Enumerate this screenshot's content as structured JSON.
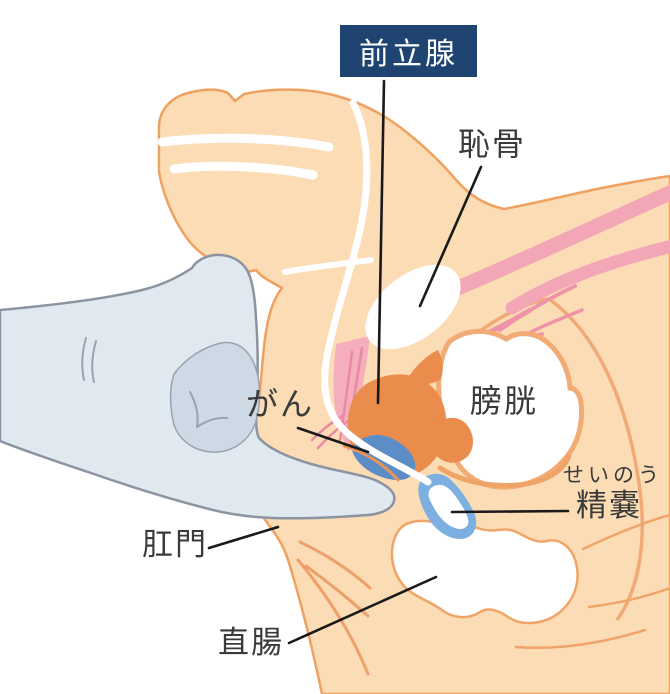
{
  "labels": {
    "prostate": "前立腺",
    "pubic_bone": "恥骨",
    "bladder": "膀胱",
    "cancer": "がん",
    "seminal_vesicle_reading": "せいのう",
    "seminal_vesicle": "精嚢",
    "anus": "肛門",
    "rectum": "直腸"
  },
  "colors": {
    "label_box": "#1f4472",
    "label_box_text": "#ffffff",
    "label_text": "#3a3a3a",
    "leader_line": "#1a1a1a",
    "body_fill": "#fcdcb5",
    "body_outline": "#efa160",
    "inner_contour": "#efa467",
    "muscle_pink": "#f3a7b6",
    "muscle_pink_dark": "#ee93a8",
    "prostate_fill": "#e98c4c",
    "cancer_fill": "#5d8dc7",
    "seminal_vesicle_fill": "#7db0e0",
    "bladder_ring": "#f2ab74",
    "glove_fill": "#e1e9f0",
    "glove_shadow": "#cdd9e4",
    "glove_outline": "#8d94a1"
  }
}
